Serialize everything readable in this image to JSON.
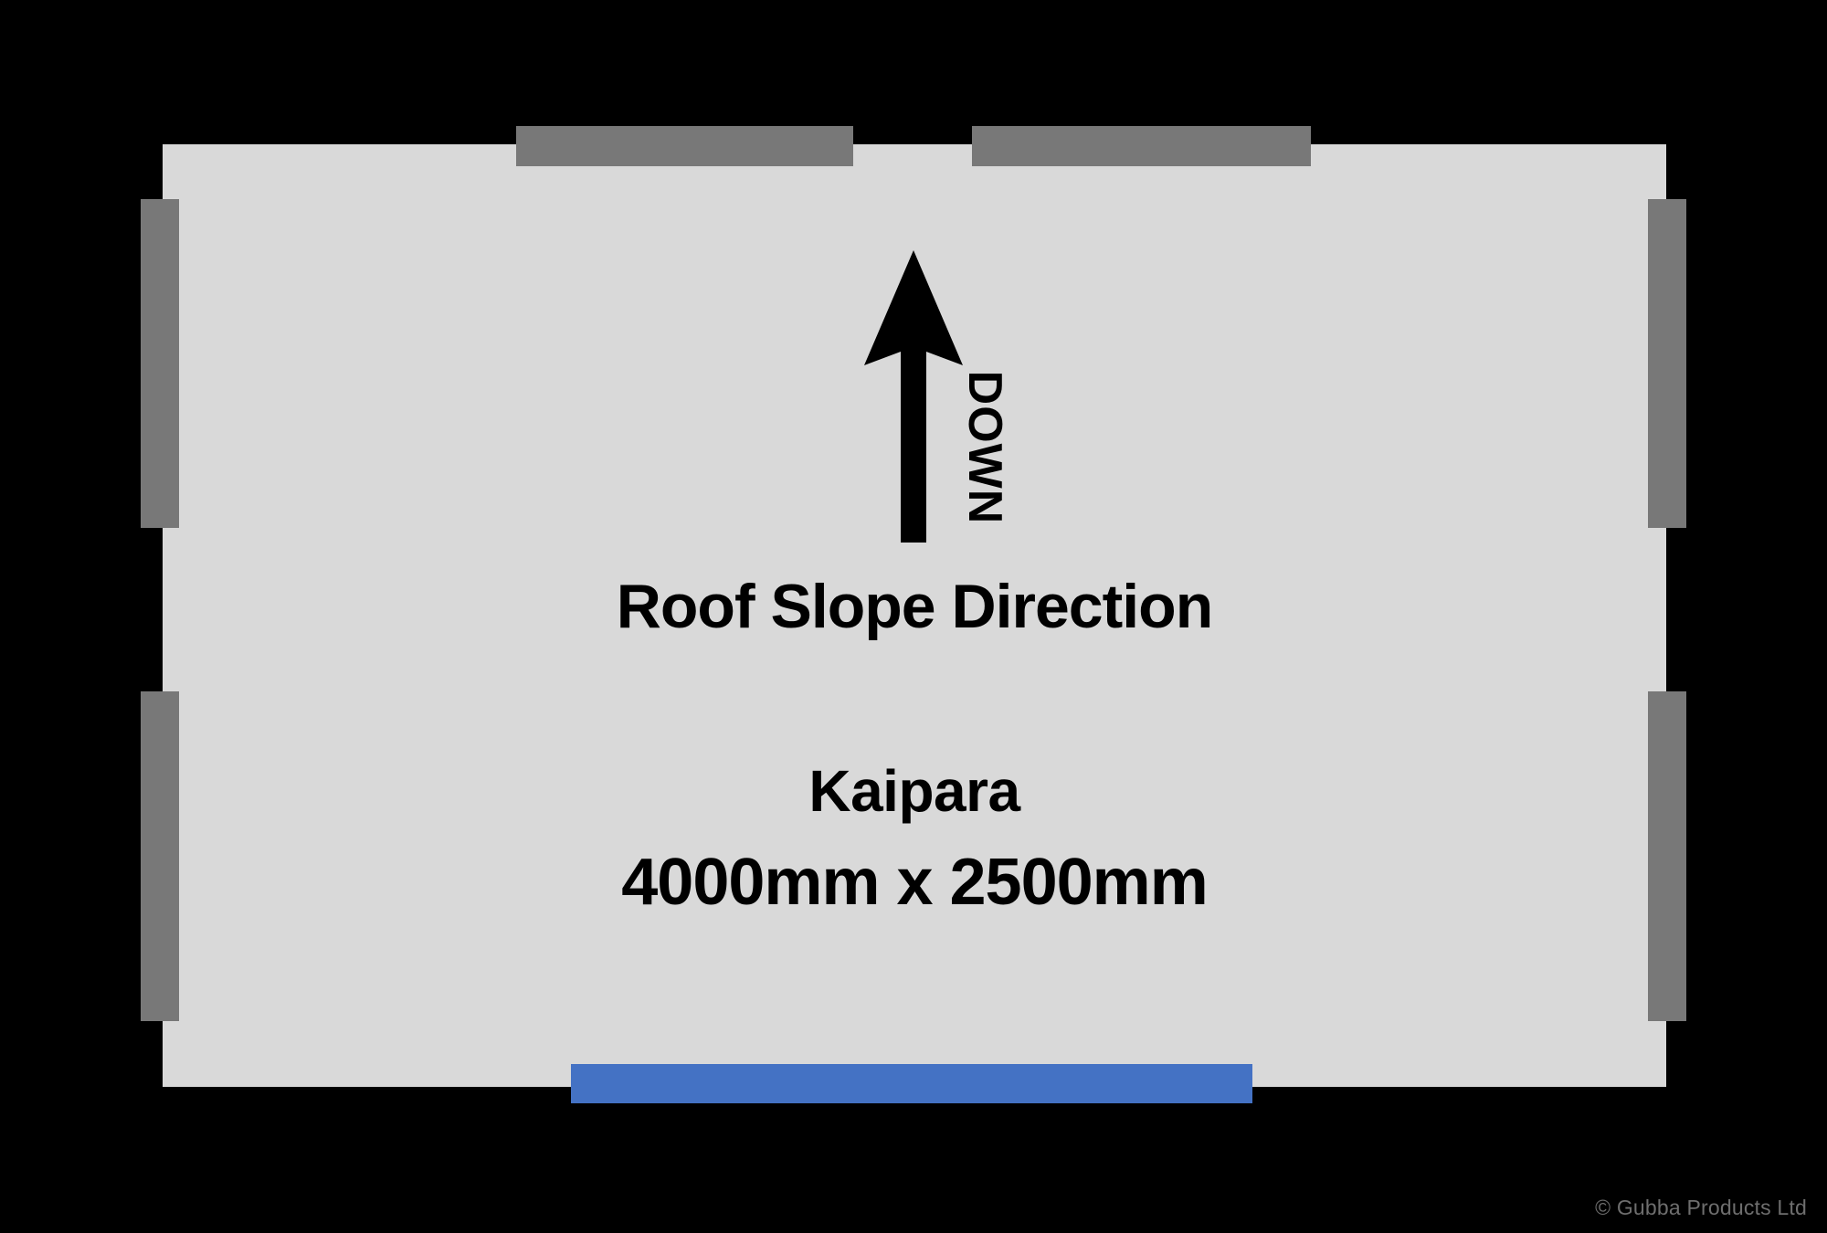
{
  "diagram": {
    "title": "Roof Slope Direction",
    "product_name": "Kaipara",
    "product_dimensions": "4000mm x 2500mm",
    "slope_direction_label": "DOWN",
    "copyright": "© Gubba Products Ltd",
    "colors": {
      "background": "#000000",
      "roof_panel": "#d9d9d9",
      "bracket": "#787878",
      "gutter_bar": "#4472c4",
      "text": "#000000",
      "copyright_text": "#6e6e6e"
    },
    "brackets": [
      {
        "name": "top-left",
        "position": "top"
      },
      {
        "name": "top-right",
        "position": "top"
      },
      {
        "name": "left-upper",
        "position": "left"
      },
      {
        "name": "left-lower",
        "position": "left"
      },
      {
        "name": "right-upper",
        "position": "right"
      },
      {
        "name": "right-lower",
        "position": "right"
      }
    ],
    "arrow": {
      "icon": "up-arrow-icon",
      "direction": "up"
    },
    "gutter": {
      "name": "gutter-bar",
      "edge": "bottom"
    }
  }
}
